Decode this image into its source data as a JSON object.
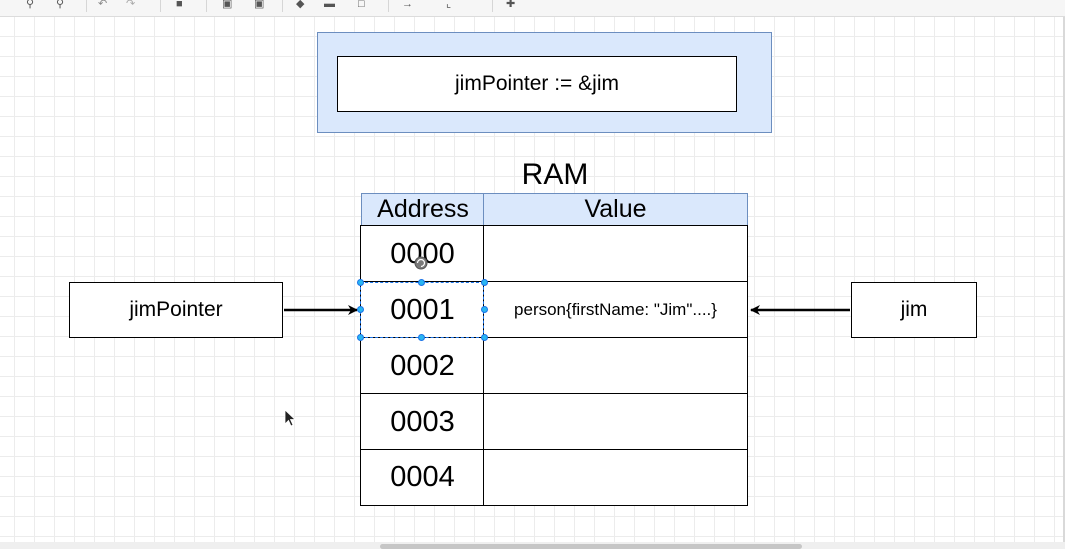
{
  "code": {
    "text": "jimPointer := &jim"
  },
  "ram": {
    "title": "RAM",
    "headers": {
      "address": "Address",
      "value": "Value"
    },
    "rows": [
      {
        "address": "0000",
        "value": ""
      },
      {
        "address": "0001",
        "value": "person{firstName: \"Jim\"....}"
      },
      {
        "address": "0002",
        "value": ""
      },
      {
        "address": "0003",
        "value": ""
      },
      {
        "address": "0004",
        "value": ""
      }
    ]
  },
  "pointer_box": {
    "label": "jimPointer"
  },
  "variable_box": {
    "label": "jim"
  },
  "colors": {
    "header_fill": "#dae8fc",
    "header_stroke": "#6c8ebf",
    "selection": "#1a73e8"
  },
  "toolbar": {
    "icons": [
      "zoom-in-icon",
      "zoom-out-icon",
      "undo-icon",
      "redo-icon",
      "delete-icon",
      "to-front-icon",
      "to-back-icon",
      "fill-color-icon",
      "line-color-icon",
      "shadow-icon",
      "connection-icon",
      "waypoints-icon",
      "insert-icon"
    ]
  }
}
